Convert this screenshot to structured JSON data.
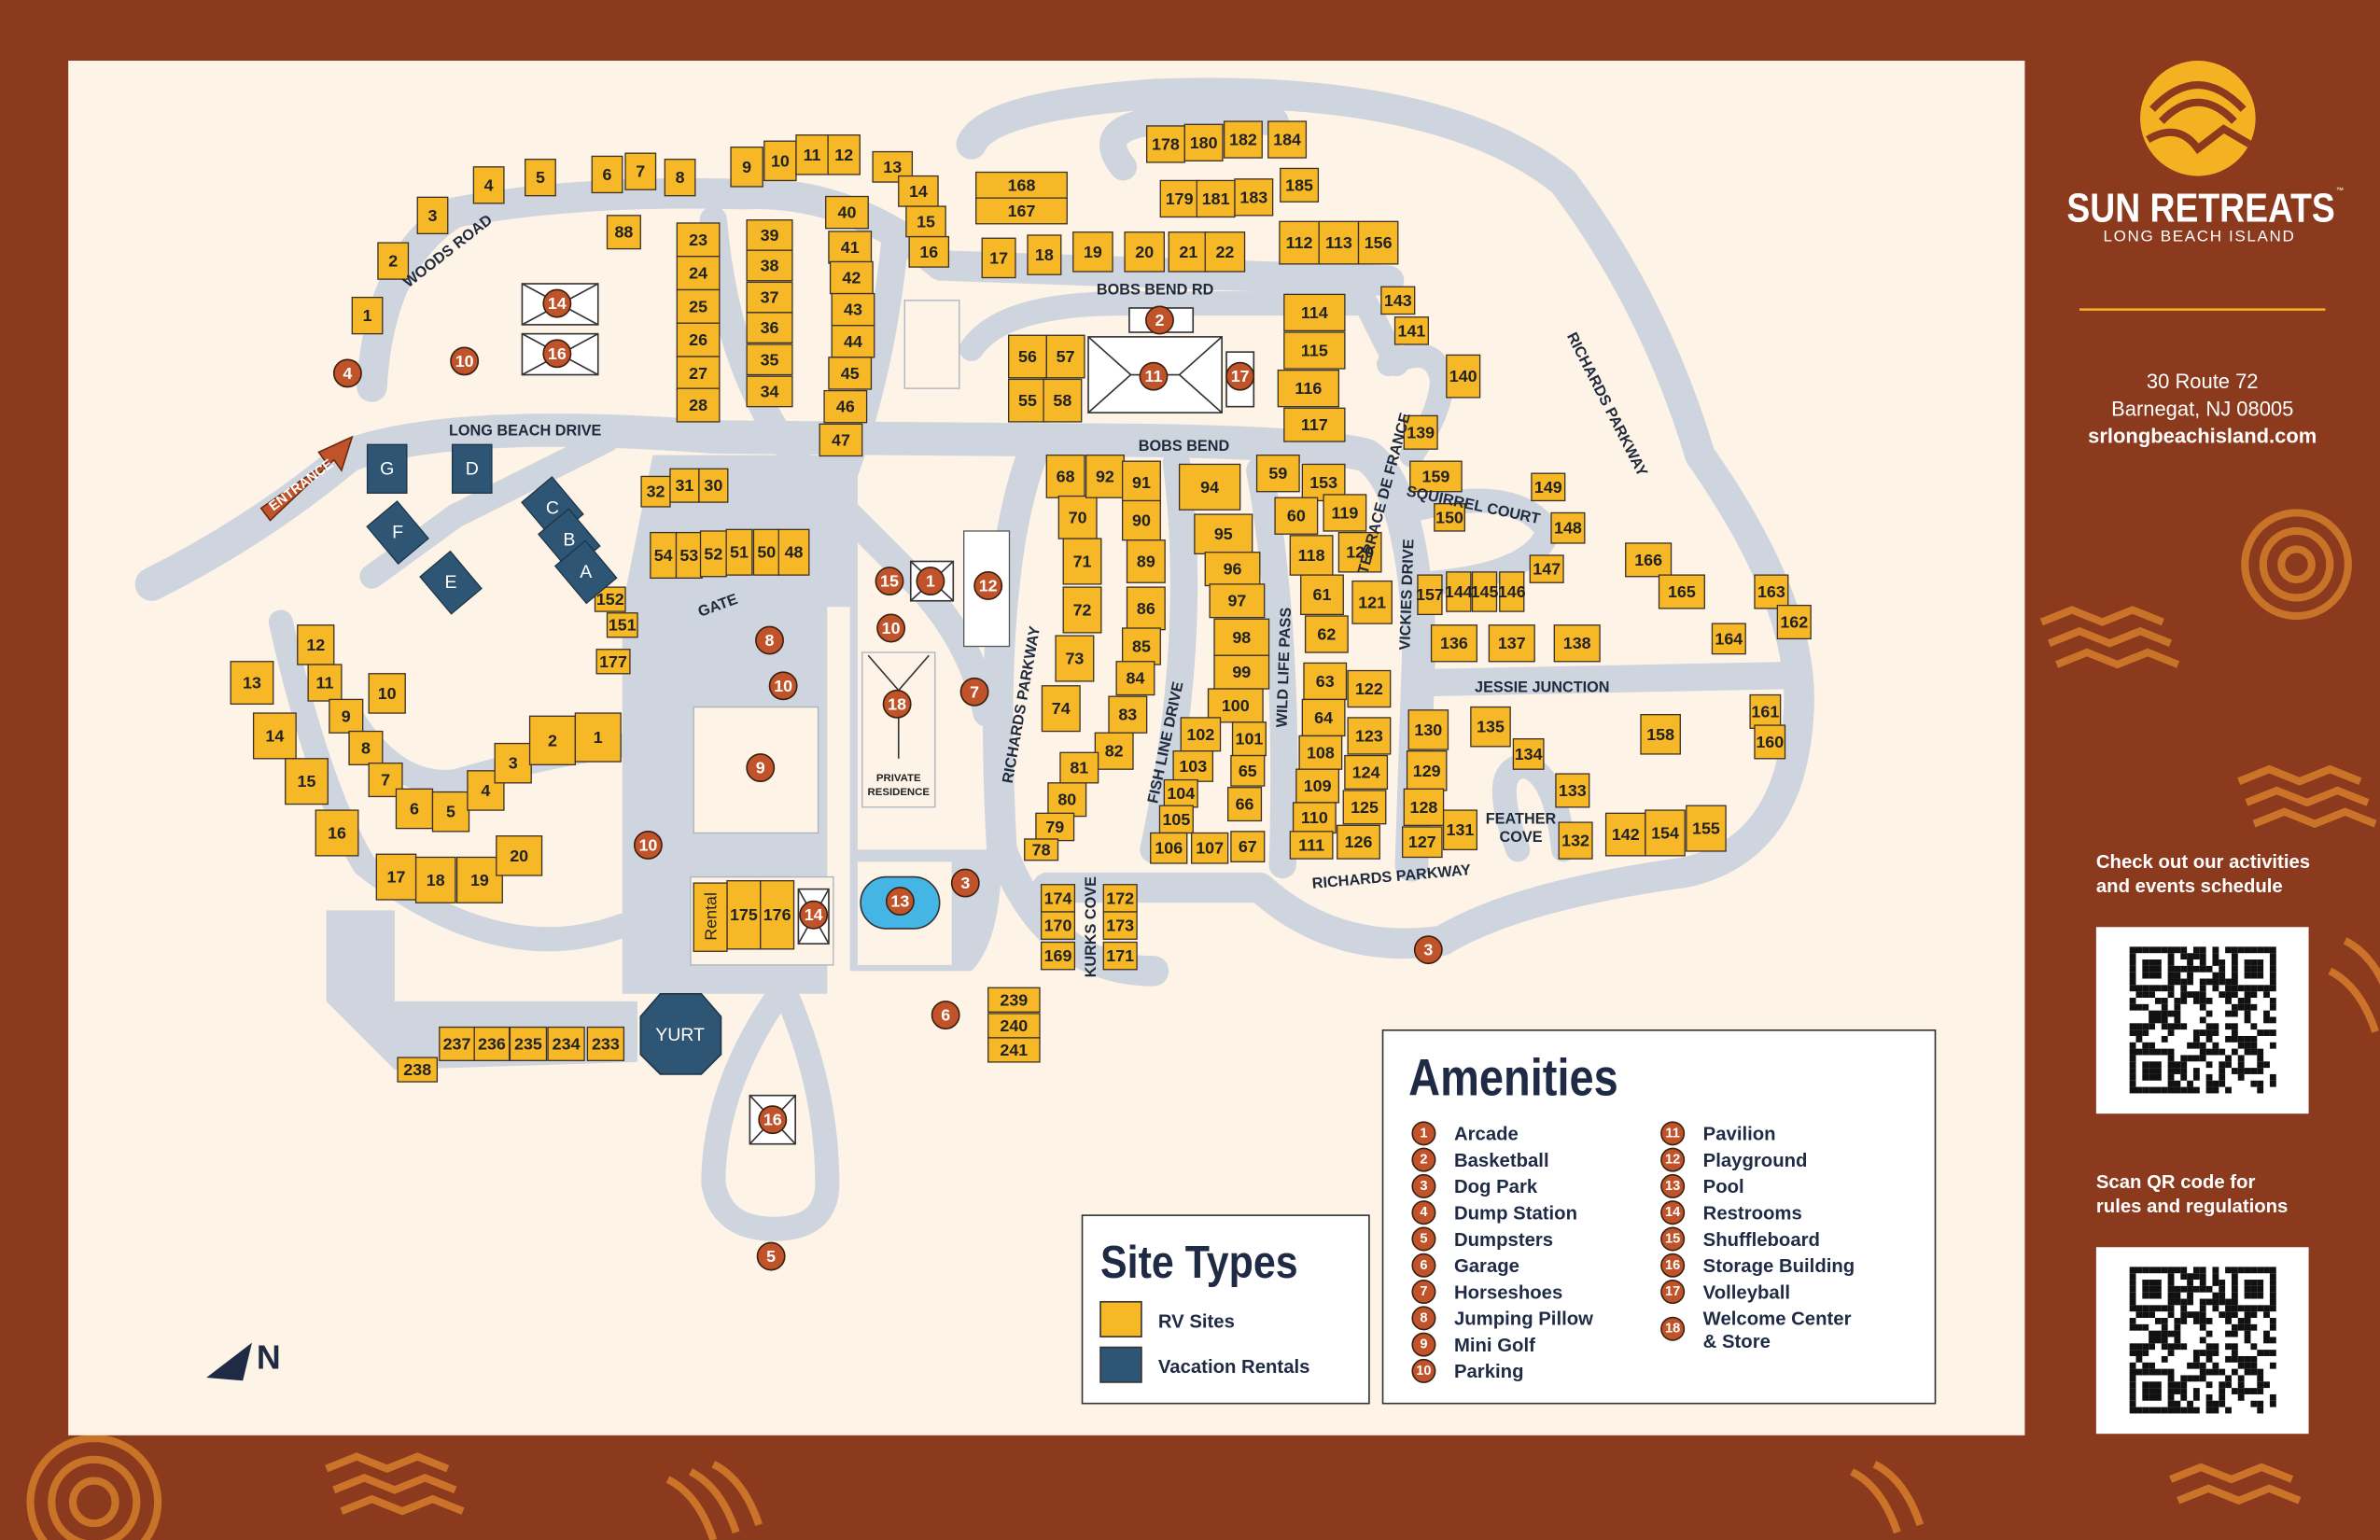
{
  "brand": {
    "name": "SUN RETREATS",
    "tm": "™",
    "subtitle": "LONG BEACH ISLAND"
  },
  "contact": {
    "address1": "30 Route 72",
    "address2": "Barnegat, NJ 08005",
    "website": "srlongbeachisland.com"
  },
  "qr1_caption": [
    "Check out our activities",
    "and events schedule"
  ],
  "qr2_caption": [
    "Scan QR code for",
    "rules and regulations"
  ],
  "colors": {
    "background": "#8b3a1e",
    "map": "#fdf3e7",
    "rv": "#f6b826",
    "rental": "#2e5674",
    "marker": "#c0532a",
    "road": "#cfd5de",
    "accent": "#f4b223"
  },
  "roads": {
    "woods_road": "WOODS ROAD",
    "long_beach_drive": "LONG BEACH DRIVE",
    "bobs_bend_rd": "BOBS BEND RD",
    "bobs_bend": "BOBS BEND",
    "richards_parkway": "RICHARDS PARKWAY",
    "terrace_de_france": "TERRACE DE FRANCE",
    "squirrel_court": "SQUIRREL COURT",
    "vickies_drive": "VICKIES DRIVE",
    "wild_life_pass": "WILD LIFE PASS",
    "fish_line_drive": "FISH LINE DRIVE",
    "kurks_cove": "KURKS COVE",
    "jessie_junction": "JESSIE JUNCTION",
    "feather_cove": [
      "FEATHER",
      "COVE"
    ],
    "gate": "GATE",
    "entrance": "ENTRANCE"
  },
  "places": {
    "private_residence": [
      "PRIVATE",
      "RESIDENCE"
    ],
    "yurt": "YURT",
    "rental": "Rental",
    "north": "N"
  },
  "rv_sites": [
    "1",
    "2",
    "3",
    "4",
    "5",
    "6",
    "7",
    "8",
    "88",
    "9",
    "10",
    "11",
    "12",
    "13",
    "14",
    "15",
    "16",
    "23",
    "24",
    "25",
    "26",
    "27",
    "28",
    "39",
    "38",
    "37",
    "36",
    "35",
    "34",
    "40",
    "41",
    "42",
    "43",
    "44",
    "45",
    "46",
    "47",
    "168",
    "167",
    "17",
    "18",
    "19",
    "20",
    "21",
    "22",
    "178",
    "180",
    "182",
    "184",
    "179",
    "181",
    "183",
    "185",
    "112",
    "113",
    "156",
    "114",
    "115",
    "116",
    "117",
    "143",
    "141",
    "140",
    "139",
    "56",
    "57",
    "55",
    "58",
    "68",
    "70",
    "71",
    "72",
    "73",
    "74",
    "80",
    "79",
    "78",
    "92",
    "91",
    "90",
    "89",
    "86",
    "85",
    "84",
    "83",
    "82",
    "81",
    "94",
    "95",
    "96",
    "97",
    "98",
    "99",
    "100",
    "101",
    "102",
    "103",
    "65",
    "104",
    "66",
    "105",
    "106",
    "107",
    "67",
    "59",
    "153",
    "60",
    "119",
    "118",
    "120",
    "61",
    "121",
    "62",
    "63",
    "122",
    "64",
    "123",
    "108",
    "124",
    "109",
    "125",
    "110",
    "126",
    "111",
    "159",
    "150",
    "149",
    "148",
    "147",
    "157",
    "144",
    "145",
    "146",
    "136",
    "137",
    "138",
    "130",
    "135",
    "134",
    "129",
    "133",
    "128",
    "127",
    "131",
    "132",
    "142",
    "154",
    "155",
    "166",
    "165",
    "163",
    "162",
    "164",
    "161",
    "160",
    "158",
    "174",
    "170",
    "169",
    "172",
    "173",
    "171",
    "239",
    "240",
    "241",
    "237",
    "236",
    "235",
    "234",
    "233",
    "238",
    "175",
    "176",
    "54",
    "53",
    "52",
    "51",
    "50",
    "48",
    "32",
    "31",
    "30",
    "152",
    "151",
    "177",
    "13",
    "14",
    "15",
    "16",
    "12",
    "11",
    "9",
    "10",
    "8",
    "7",
    "6",
    "5",
    "4",
    "3",
    "2",
    "1",
    "17",
    "18",
    "19",
    "20"
  ],
  "vacation_rentals": [
    "G",
    "D",
    "C",
    "B",
    "F",
    "A",
    "E"
  ],
  "markers": [
    "1",
    "2",
    "3",
    "3",
    "4",
    "5",
    "6",
    "7",
    "8",
    "9",
    "10",
    "10",
    "10",
    "10",
    "11",
    "12",
    "13",
    "14",
    "14",
    "15",
    "16",
    "16",
    "17",
    "18"
  ],
  "site_types": {
    "title": "Site Types",
    "items": [
      {
        "label": "RV Sites",
        "color": "#f6b826"
      },
      {
        "label": "Vacation Rentals",
        "color": "#2e5674"
      }
    ]
  },
  "amenities": {
    "title": "Amenities",
    "items": [
      {
        "n": "1",
        "label": "Arcade"
      },
      {
        "n": "2",
        "label": "Basketball"
      },
      {
        "n": "3",
        "label": "Dog Park"
      },
      {
        "n": "4",
        "label": "Dump Station"
      },
      {
        "n": "5",
        "label": "Dumpsters"
      },
      {
        "n": "6",
        "label": "Garage"
      },
      {
        "n": "7",
        "label": "Horseshoes"
      },
      {
        "n": "8",
        "label": "Jumping Pillow"
      },
      {
        "n": "9",
        "label": "Mini Golf"
      },
      {
        "n": "10",
        "label": "Parking"
      },
      {
        "n": "11",
        "label": "Pavilion"
      },
      {
        "n": "12",
        "label": "Playground"
      },
      {
        "n": "13",
        "label": "Pool"
      },
      {
        "n": "14",
        "label": "Restrooms"
      },
      {
        "n": "15",
        "label": "Shuffleboard"
      },
      {
        "n": "16",
        "label": "Storage Building"
      },
      {
        "n": "17",
        "label": "Volleyball"
      },
      {
        "n": "18",
        "label": "Welcome Center",
        "label2": "& Store"
      }
    ]
  }
}
